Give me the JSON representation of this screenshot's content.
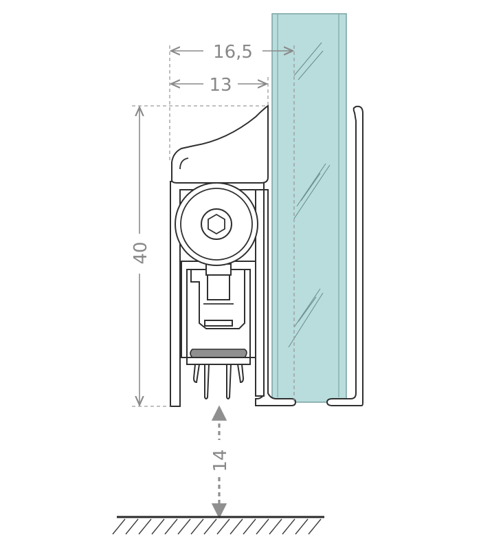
{
  "dimensions": {
    "top_width": "16,5",
    "inner_width": "13",
    "height": "40",
    "gap": "14"
  },
  "colors": {
    "glass_fill": "#b9dcdc",
    "glass_edge": "#7fa6a7",
    "line": "#2f2f2f",
    "dimension": "#8a8a8a",
    "seal_gray": "#8f8f8f"
  }
}
